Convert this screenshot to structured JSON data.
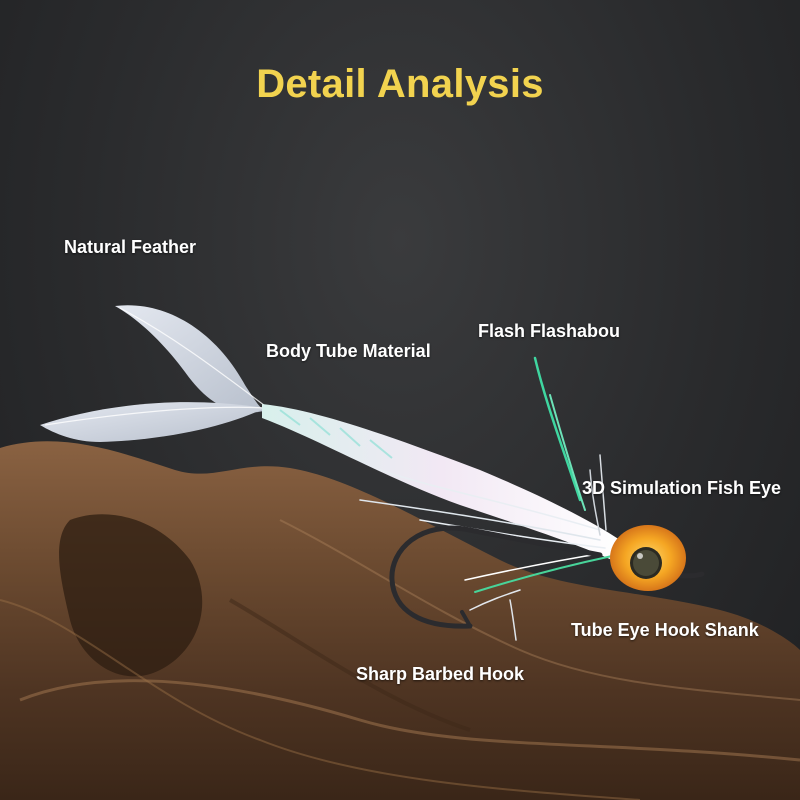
{
  "title": "Detail Analysis",
  "labels": {
    "natural_feather": "Natural Feather",
    "body_tube_material": "Body Tube Material",
    "flash_flashabou": "Flash Flashabou",
    "fish_eye": "3D Simulation Fish Eye",
    "tube_eye_hook_shank": "Tube Eye Hook Shank",
    "sharp_barbed_hook": "Sharp Barbed Hook"
  },
  "colors": {
    "title": "#f2d34f",
    "label": "#ffffff",
    "background": "#2b2c2e",
    "wood": "#6b4a30",
    "eye": "#f5a623"
  }
}
